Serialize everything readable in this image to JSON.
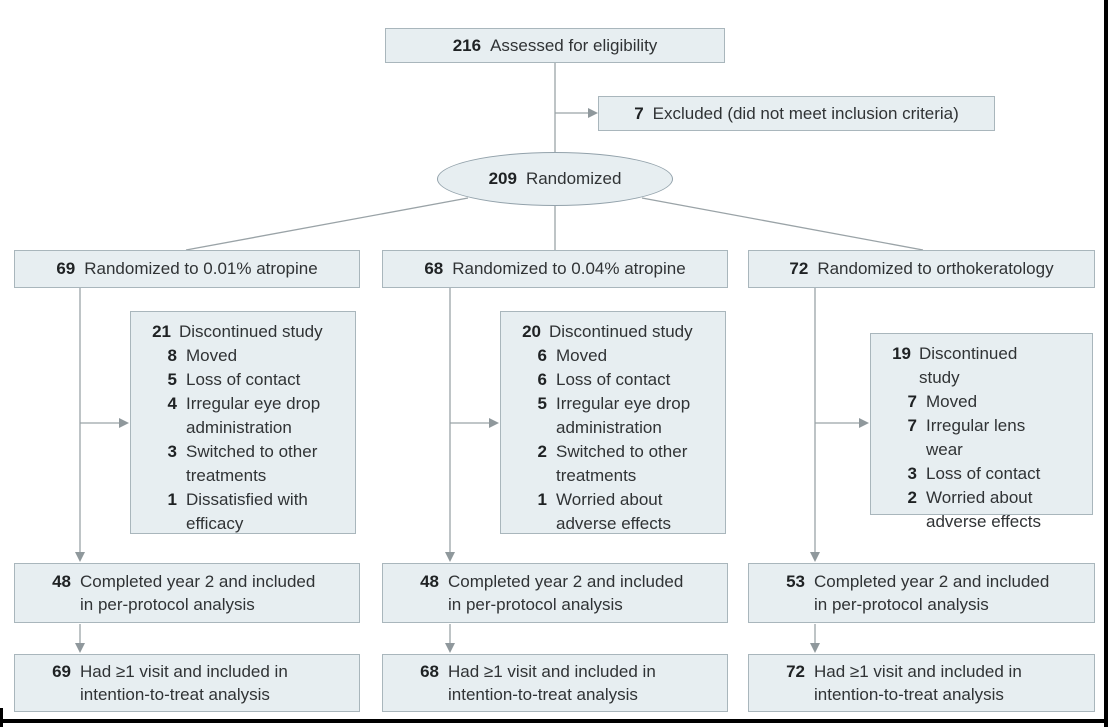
{
  "figure": {
    "kind": "CONSORT participant flow diagram"
  },
  "palette": {
    "box_fill": "#e7eef1",
    "box_border": "#a9b6bc",
    "line_gray": "#8f989c",
    "text": "#303335",
    "frame_black": "#000000"
  },
  "assessed": {
    "n": "216",
    "label": "Assessed for eligibility"
  },
  "excluded": {
    "n": "7",
    "label": "Excluded (did not meet inclusion criteria)"
  },
  "randomized": {
    "n": "209",
    "label": "Randomized"
  },
  "arms": [
    {
      "randomized": {
        "n": "69",
        "label": "Randomized to 0.01% atropine"
      },
      "discontinued": {
        "n": "21",
        "label": "Discontinued study",
        "reasons": [
          {
            "n": "8",
            "label": "Moved"
          },
          {
            "n": "5",
            "label": "Loss of contact"
          },
          {
            "n": "4",
            "label": "Irregular eye drop\nadministration"
          },
          {
            "n": "3",
            "label": "Switched to other\ntreatments"
          },
          {
            "n": "1",
            "label": "Dissatisfied with\nefficacy"
          }
        ]
      },
      "completed": {
        "n": "48",
        "label": "Completed year 2 and included\nin per-protocol analysis"
      },
      "itt": {
        "n": "69",
        "label": "Had ≥1 visit and included in\nintention-to-treat analysis"
      }
    },
    {
      "randomized": {
        "n": "68",
        "label": "Randomized to 0.04% atropine"
      },
      "discontinued": {
        "n": "20",
        "label": "Discontinued study",
        "reasons": [
          {
            "n": "6",
            "label": "Moved"
          },
          {
            "n": "6",
            "label": "Loss of contact"
          },
          {
            "n": "5",
            "label": "Irregular eye drop\nadministration"
          },
          {
            "n": "2",
            "label": "Switched to other\ntreatments"
          },
          {
            "n": "1",
            "label": "Worried about\nadverse effects"
          }
        ]
      },
      "completed": {
        "n": "48",
        "label": "Completed year 2 and included\nin per-protocol analysis"
      },
      "itt": {
        "n": "68",
        "label": "Had ≥1 visit and included in\nintention-to-treat analysis"
      }
    },
    {
      "randomized": {
        "n": "72",
        "label": "Randomized to orthokeratology"
      },
      "discontinued": {
        "n": "19",
        "label": "Discontinued study",
        "reasons": [
          {
            "n": "7",
            "label": "Moved"
          },
          {
            "n": "7",
            "label": "Irregular lens\nwear"
          },
          {
            "n": "3",
            "label": "Loss of contact"
          },
          {
            "n": "2",
            "label": "Worried about\nadverse effects"
          }
        ]
      },
      "completed": {
        "n": "53",
        "label": "Completed year 2 and included\nin per-protocol analysis"
      },
      "itt": {
        "n": "72",
        "label": "Had ≥1 visit and included in\nintention-to-treat analysis"
      }
    }
  ]
}
